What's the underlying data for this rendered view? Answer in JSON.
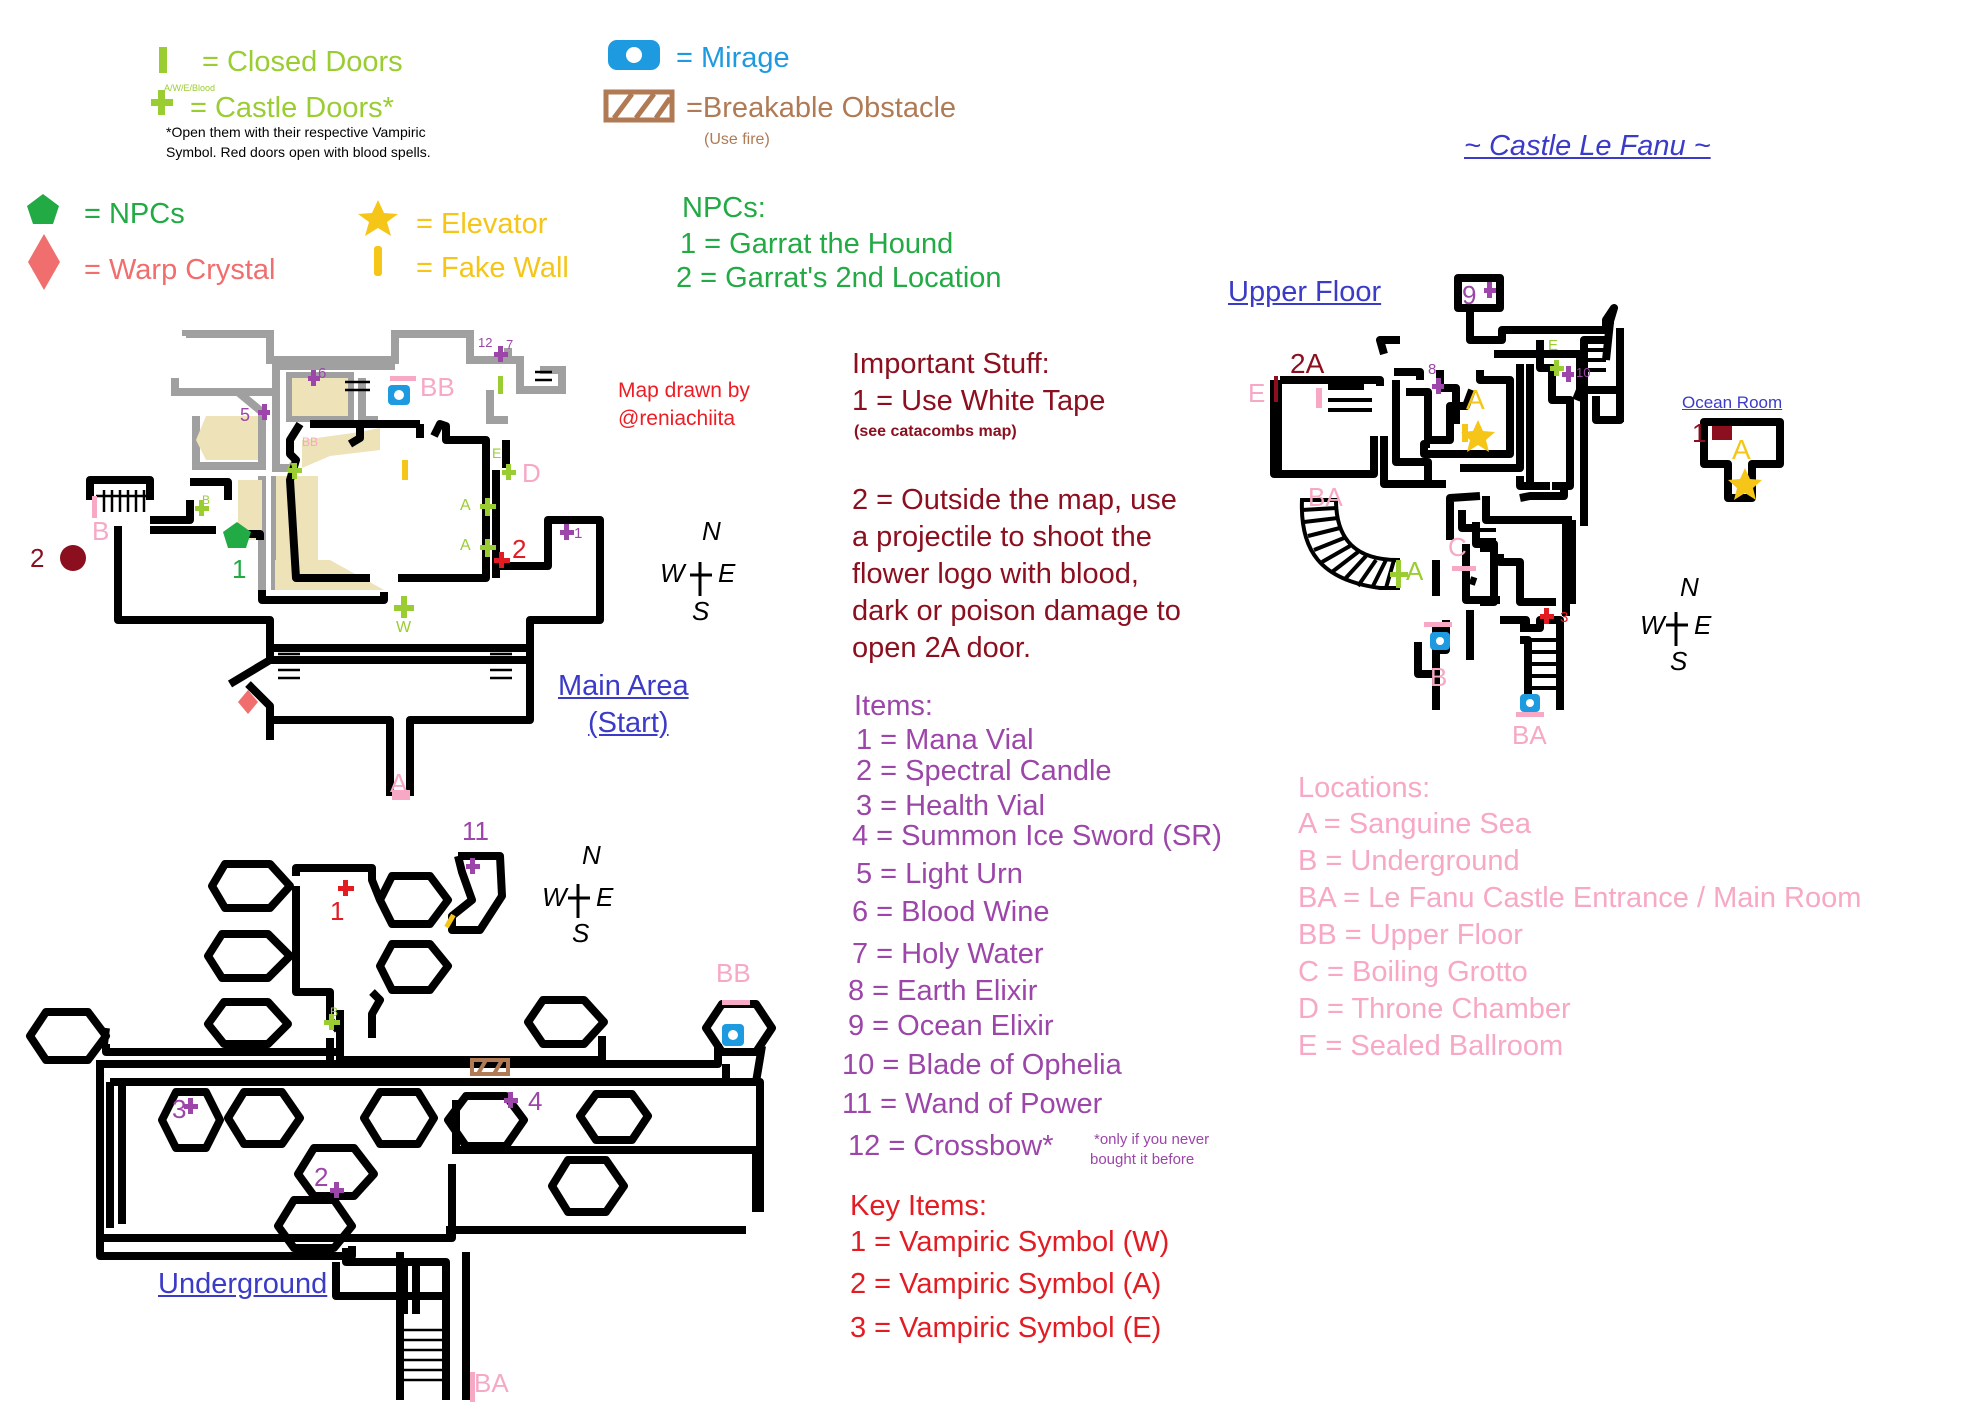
{
  "colors": {
    "closed": "#9acd32",
    "mirage": "#1e9be0",
    "obstacle": "#b07a55",
    "npc": "#22aa44",
    "warp": "#f06e6e",
    "elevator": "#f5c518",
    "npcs_heading": "#22aa44",
    "important": "#8b0f1e",
    "items": "#9b46a8",
    "key": "#e31b23",
    "locations": "#f7a8c4",
    "area_link": "#3b3bc8",
    "credit": "#ee1c24"
  },
  "legend": {
    "closed_doors": "= Closed Doors",
    "castle_doors_tag": "A/W/E/Blood",
    "castle_doors": "= Castle Doors*",
    "castle_doors_note_1": "*Open them with their respective Vampiric",
    "castle_doors_note_2": "Symbol. Red doors open with blood spells.",
    "mirage": "= Mirage",
    "obstacle": "=Breakable Obstacle",
    "obstacle_note": "(Use fire)",
    "npcs": "= NPCs",
    "warp": "= Warp Crystal",
    "elevator": "= Elevator",
    "fake_wall": "= Fake Wall"
  },
  "npcs": {
    "heading": "NPCs:",
    "list": [
      "1 = Garrat the Hound",
      "2 = Garrat's 2nd Location"
    ]
  },
  "title": "~ Castle Le Fanu ~",
  "credit": {
    "line1": "Map drawn by",
    "line2": "@reniachiita"
  },
  "important": {
    "heading": "Important Stuff:",
    "item1": "1 = Use White Tape",
    "item1_note": "(see catacombs map)",
    "item2_lines": [
      "2 = Outside the map, use",
      "a projectile to shoot the",
      "flower logo with blood,",
      "dark or poison damage to",
      "open 2A door."
    ]
  },
  "items": {
    "heading": "Items:",
    "list": [
      "1 = Mana Vial",
      "2 = Spectral Candle",
      "3 = Health Vial",
      "4 = Summon Ice Sword (SR)",
      "5 = Light Urn",
      "6 = Blood Wine",
      "7 = Holy Water",
      "8 = Earth Elixir",
      "9 = Ocean Elixir",
      "10 = Blade of Ophelia",
      "11 = Wand of Power",
      "12 = Crossbow*"
    ],
    "crossbow_note_1": "*only if you never",
    "crossbow_note_2": "bought it before"
  },
  "key_items": {
    "heading": "Key Items:",
    "list": [
      "1 = Vampiric Symbol (W)",
      "2 = Vampiric Symbol (A)",
      "3 = Vampiric Symbol (E)"
    ]
  },
  "locations": {
    "heading": "Locations:",
    "list": [
      "A = Sanguine Sea",
      "B = Underground",
      "BA = Le Fanu Castle Entrance / Main Room",
      "BB = Upper Floor",
      "C = Boiling Grotto",
      "D = Throne Chamber",
      "E = Sealed Ballroom"
    ]
  },
  "areas": {
    "main_1": "Main Area",
    "main_2": "(Start)",
    "underground": "Underground",
    "upper": "Upper Floor",
    "ocean": "Ocean Room"
  },
  "compass": {
    "n": "N",
    "w": "W",
    "e": "E",
    "s": "S"
  },
  "map_labels": {
    "main": {
      "bb": "BB",
      "d": "D",
      "b": "B",
      "a": "A",
      "a1": "A",
      "a2": "A",
      "a3": "A",
      "w": "W",
      "e": "E",
      "npc1": "1",
      "npc2": "2",
      "key2": "2",
      "item1": "1",
      "item5": "5",
      "item6": "6",
      "item12": "12",
      "item7": "7",
      "b_door": "B",
      "bb_small": "BB"
    },
    "underground": {
      "bb": "BB",
      "ba": "BA",
      "item1": "1",
      "item2": "2",
      "item3": "3",
      "item4": "4",
      "item11": "11",
      "b_door": "B"
    },
    "upper": {
      "item9": "9",
      "item8": "8",
      "item10": "10",
      "lbl2a": "2A",
      "e": "E",
      "ba": "BA",
      "a": "A",
      "a_door": "A",
      "c": "C",
      "b": "B",
      "ba2": "BA",
      "key3": "3",
      "f": "E"
    },
    "ocean": {
      "key1": "1",
      "a": "A"
    }
  }
}
